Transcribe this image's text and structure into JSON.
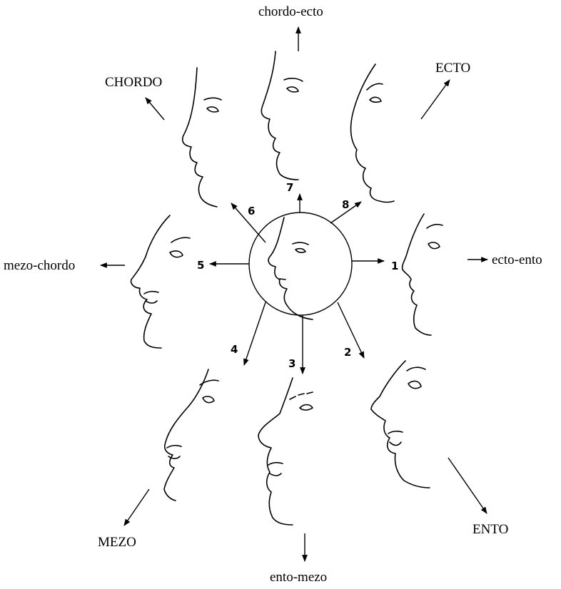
{
  "labels": {
    "chordo_ecto": "chordo-ecto",
    "chordo": "CHORDO",
    "ecto": "ECTO",
    "mezo_chordo": "mezo-chordo",
    "ecto_ento": "ecto-ento",
    "mezo": "MEZO",
    "ento": "ENTO",
    "ento_mezo": "ento-mezo"
  },
  "directions": [
    "1",
    "2",
    "3",
    "4",
    "5",
    "6",
    "7",
    "8"
  ]
}
